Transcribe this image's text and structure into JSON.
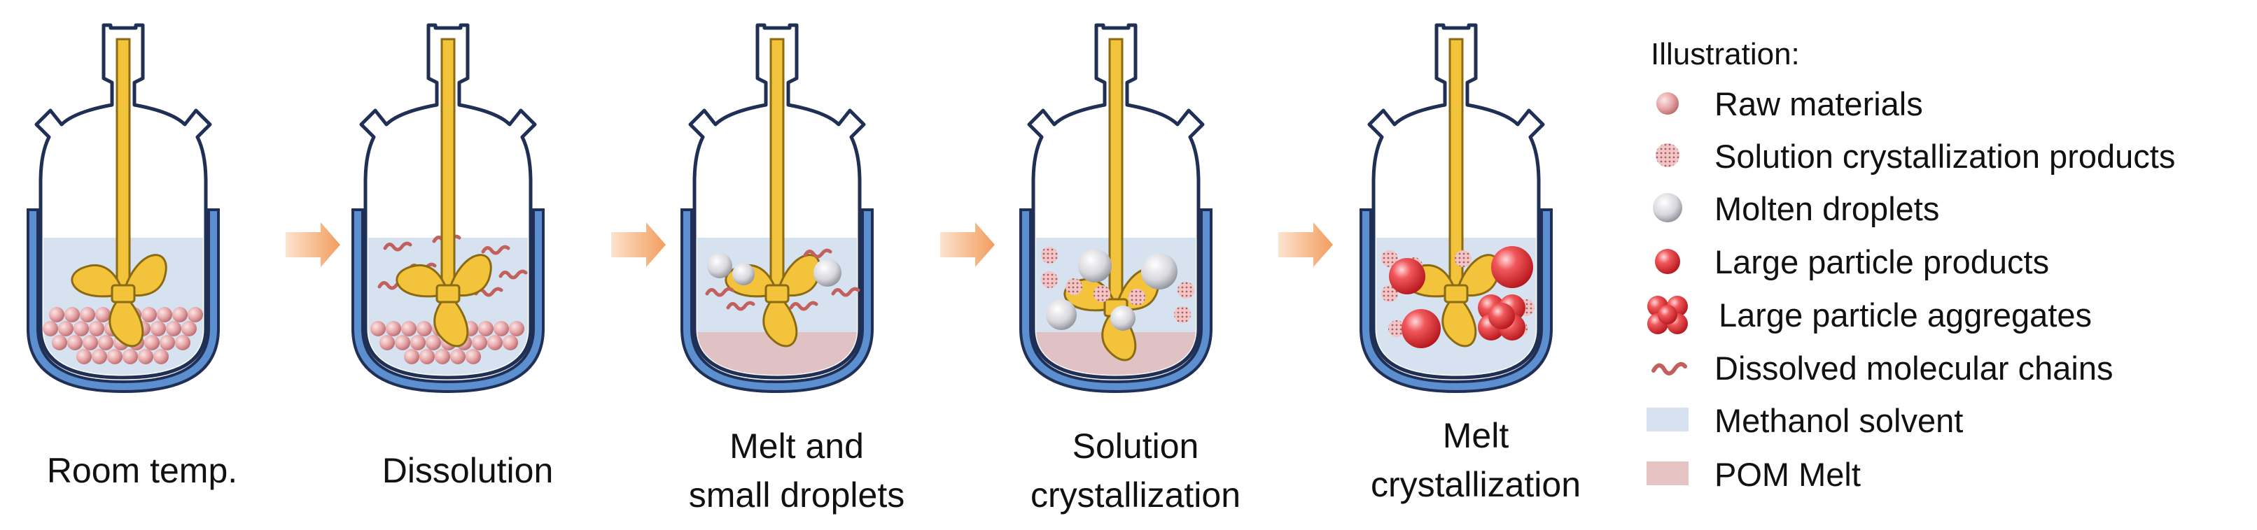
{
  "stages": [
    {
      "label": "Room temp."
    },
    {
      "label": "Dissolution"
    },
    {
      "label_lines": [
        "Melt and",
        "small droplets"
      ]
    },
    {
      "label_lines": [
        "Solution",
        "crystallization"
      ]
    },
    {
      "label_lines": [
        "Melt",
        "crystallization"
      ]
    }
  ],
  "legend": {
    "title": "Illustration:",
    "items": [
      {
        "label": "Raw materials",
        "icon": "raw-material-sphere-icon"
      },
      {
        "label": "Solution crystallization products",
        "icon": "solution-crystal-sphere-icon"
      },
      {
        "label": "Molten droplets",
        "icon": "molten-droplet-icon"
      },
      {
        "label": "Large particle products",
        "icon": "large-particle-icon"
      },
      {
        "label": "Large particle aggregates",
        "icon": "particle-aggregate-icon"
      },
      {
        "label": "Dissolved molecular chains",
        "icon": "molecular-chain-icon"
      },
      {
        "label": "Methanol solvent",
        "icon": "methanol-swatch-icon"
      },
      {
        "label": "POM Melt",
        "icon": "pom-melt-swatch-icon"
      }
    ]
  },
  "colors": {
    "vessel_outline": "#1f2f55",
    "jacket": "#5b8fcf",
    "solvent": "#d6e2f0",
    "melt": "#e2bcbc",
    "stirrer": "#f2c33b",
    "stirrer_edge": "#8a6a12",
    "arrow": "#f6b98a",
    "raw": "#e7a6a8",
    "large_particle": "#e53a3f",
    "chain": "#c2605e"
  }
}
